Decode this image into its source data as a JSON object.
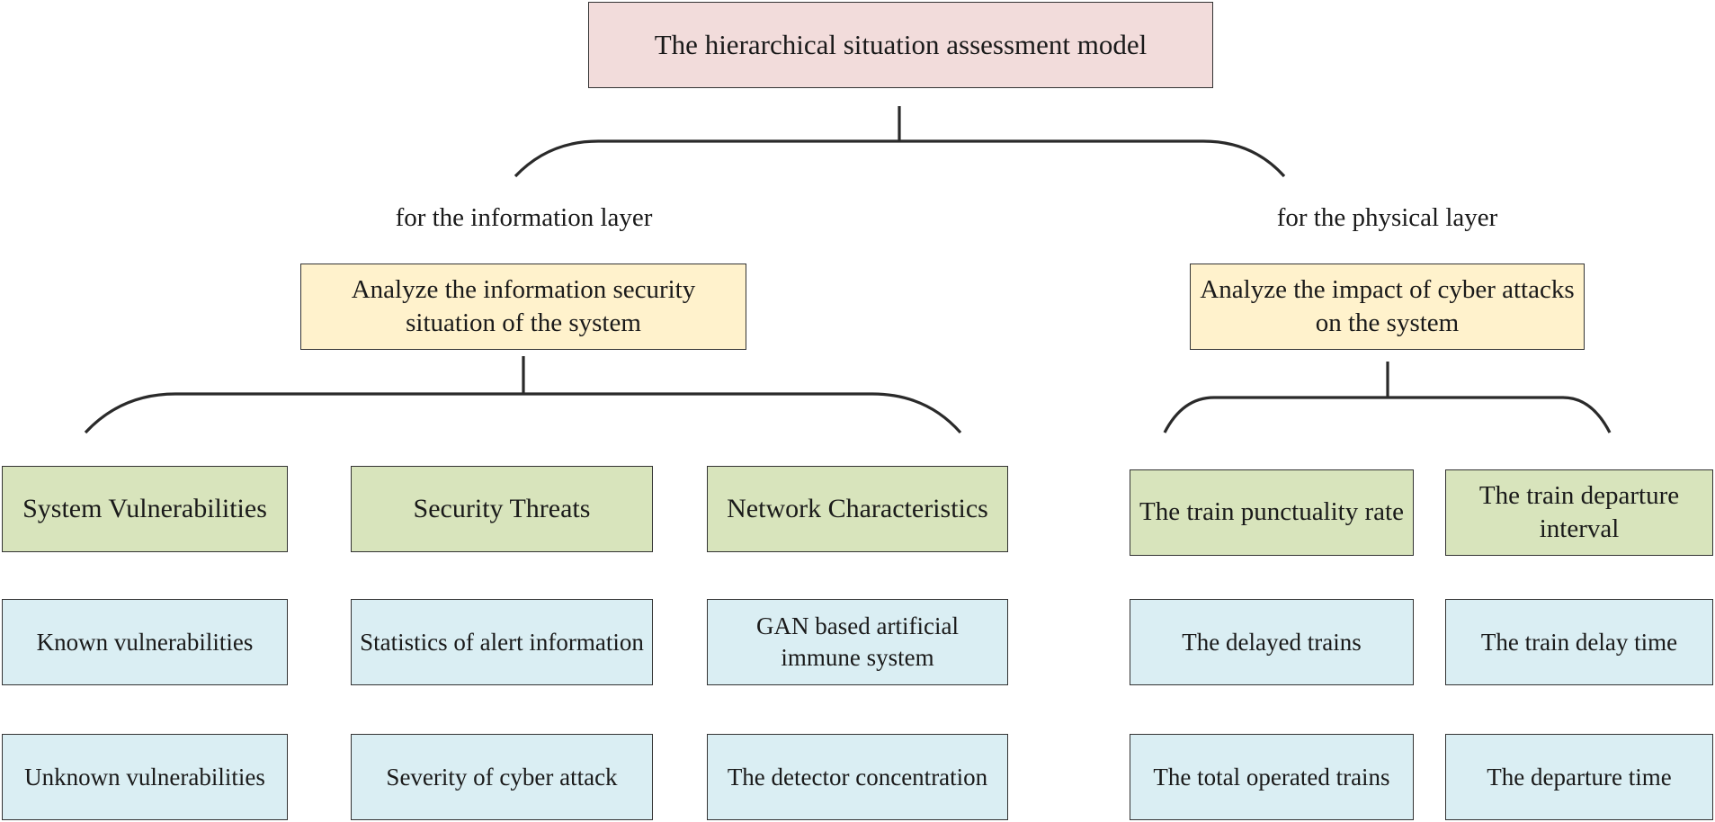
{
  "title": "The hierarchical situation assessment model",
  "branches": {
    "information": {
      "label": "for the information layer",
      "objective": "Analyze the information security situation of the system",
      "categories": [
        {
          "name": "System Vulnerabilities",
          "indicators": [
            "Known vulnerabilities",
            "Unknown vulnerabilities"
          ]
        },
        {
          "name": "Security Threats",
          "indicators": [
            "Statistics of alert information",
            "Severity of cyber attack"
          ]
        },
        {
          "name": "Network Characteristics",
          "indicators": [
            "GAN based artificial immune system",
            "The detector concentration"
          ]
        }
      ]
    },
    "physical": {
      "label": "for the physical layer",
      "objective": "Analyze the impact of cyber attacks on the system",
      "categories": [
        {
          "name": "The train punctuality rate",
          "indicators": [
            "The delayed trains",
            "The total operated trains"
          ]
        },
        {
          "name": "The train departure interval",
          "indicators": [
            "The train delay time",
            "The departure time"
          ]
        }
      ]
    }
  },
  "colors": {
    "root": "#f2dcdb",
    "objective": "#fff2cc",
    "category": "#d8e4bc",
    "indicator": "#daeef3",
    "line": "#2a2a2a"
  }
}
